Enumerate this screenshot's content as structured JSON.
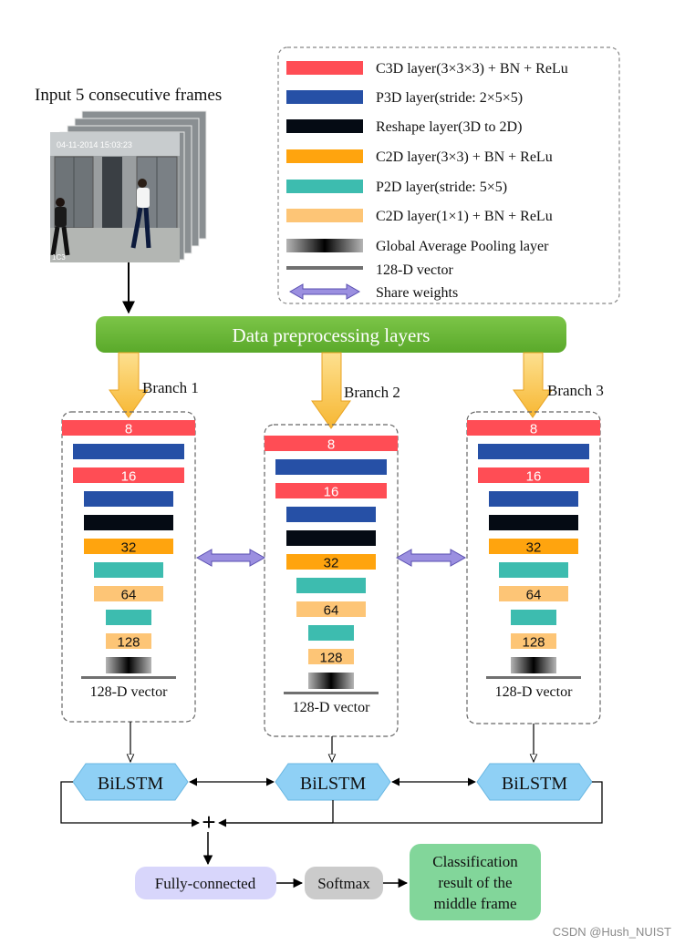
{
  "input_label": "Input 5 consecutive frames",
  "frame_timestamp": "04-11-2014 15:03:23",
  "frame_corner_label": "1C3",
  "legend": {
    "items": [
      {
        "key": "c3d",
        "label": "C3D layer(3×3×3) + BN + ReLu",
        "color": "#ff4d55"
      },
      {
        "key": "p3d",
        "label": "P3D layer(stride: 2×5×5)",
        "color": "#2650a6"
      },
      {
        "key": "reshape",
        "label": "Reshape layer(3D to 2D)",
        "color": "#050b14"
      },
      {
        "key": "c2d",
        "label": "C2D layer(3×3) + BN + ReLu",
        "color": "#ffa40e"
      },
      {
        "key": "p2d",
        "label": "P2D layer(stride: 5×5)",
        "color": "#3dbcaf"
      },
      {
        "key": "c2d1",
        "label": "C2D layer(1×1) + BN + ReLu",
        "color": "#fdc576"
      },
      {
        "key": "gap",
        "label": "Global Average Pooling layer",
        "color": "#555555"
      },
      {
        "key": "vec",
        "label": "128-D vector",
        "color": "#707070"
      },
      {
        "key": "share",
        "label": "Share weights",
        "color": "#9b8fe0"
      }
    ]
  },
  "preprocess_label": "Data preprocessing layers",
  "branches": [
    {
      "label": "Branch 1",
      "vector_label": "128-D vector"
    },
    {
      "label": "Branch 2",
      "vector_label": "128-D vector"
    },
    {
      "label": "Branch 3",
      "vector_label": "128-D vector"
    }
  ],
  "layer_labels": {
    "c3d_a": "8",
    "c3d_b": "16",
    "c2d": "32",
    "c2d1_a": "64",
    "c2d1_b": "128"
  },
  "bilstm_label": "BiLSTM",
  "plus_label": "+",
  "fc_label": "Fully-connected",
  "softmax_label": "Softmax",
  "result_label_lines": [
    "Classification",
    "result of the",
    "middle frame"
  ],
  "watermark": "CSDN @Hush_NUIST"
}
